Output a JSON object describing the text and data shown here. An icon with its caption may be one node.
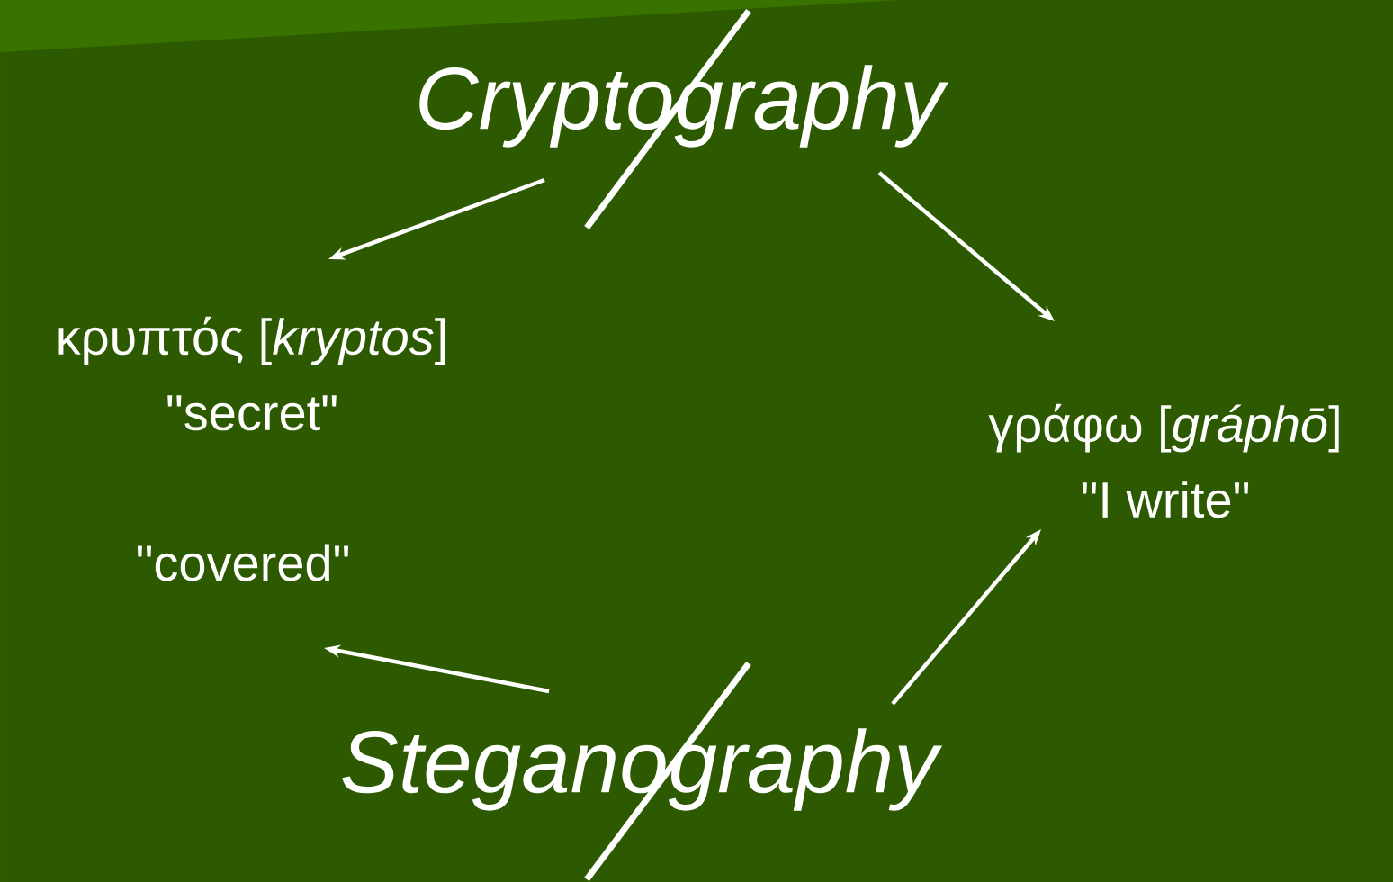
{
  "diagram": {
    "nodes": [
      {
        "text": [
          "Cryptography"
        ]
      },
      {
        "text": [
          "κρυπτός [*kryptos*]",
          "\"secret\""
        ]
      },
      {
        "text": [
          "γράφω [*gráphō*]",
          "\"I write\""
        ]
      },
      {
        "text": [
          "\"covered\""
        ]
      },
      {
        "text": [
          "Steganography"
        ]
      }
    ],
    "edges": [
      {
        "from": 0,
        "to": 1,
        "arrow": "to"
      },
      {
        "from": 0,
        "to": 2,
        "arrow": "to"
      },
      {
        "from": 4,
        "to": 3,
        "arrow": "to"
      },
      {
        "from": 4,
        "to": 2,
        "arrow": "to"
      }
    ]
  }
}
